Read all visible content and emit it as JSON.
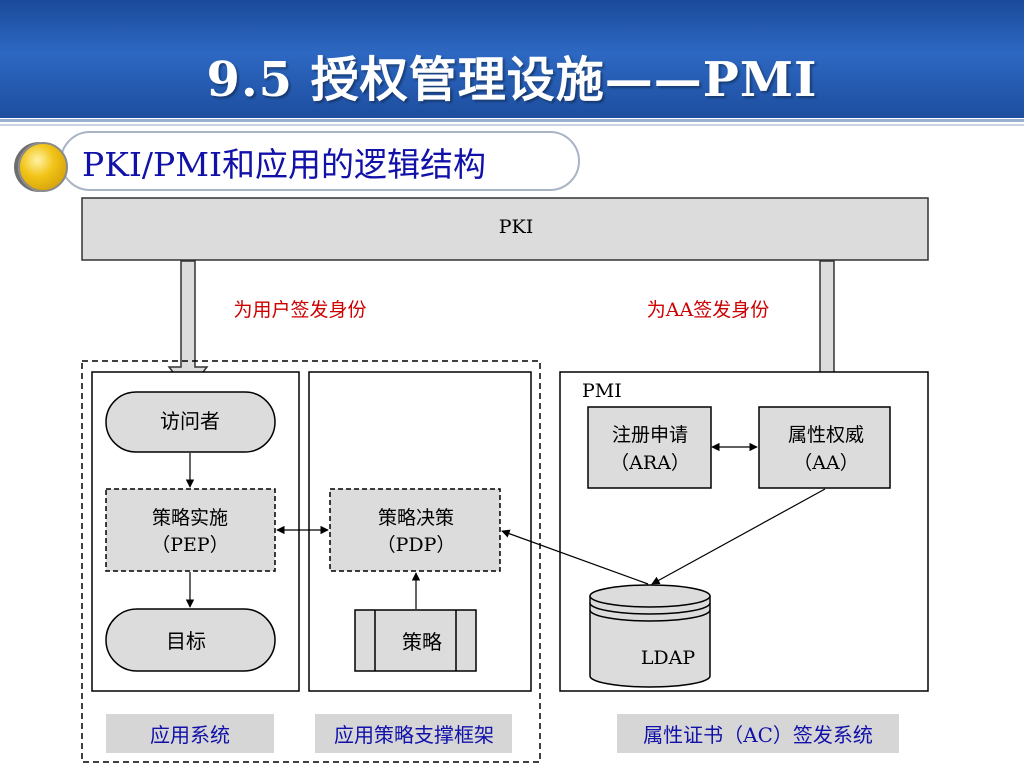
{
  "slide": {
    "title": "9.5  授权管理设施——PMI",
    "subtitle": "PKI/PMI和应用的逻辑结构"
  },
  "diagram": {
    "pki_label": "PKI",
    "issue_user_label": "为用户签发身份",
    "issue_aa_label": "为AA签发身份",
    "visitor": "访问者",
    "pep_line1": "策略实施",
    "pep_line2": "（PEP）",
    "target": "目标",
    "pdp_line1": "策略决策",
    "pdp_line2": "（PDP）",
    "policy": "策略",
    "pmi_label": "PMI",
    "ara_line1": "注册申请",
    "ara_line2": "（ARA）",
    "aa_line1": "属性权威",
    "aa_line2": "（AA）",
    "ldap": "LDAP",
    "footer_app": "应用系统",
    "footer_framework": "应用策略支撑框架",
    "footer_ac": "属性证书（AC）签发系统"
  },
  "colors": {
    "header_blue": "#1f55a8",
    "subtitle_text": "#1111aa",
    "label_red": "#cc0000",
    "box_fill": "#dcdcdc",
    "footer_fill": "#d6d6d6",
    "footer_text": "#1111aa"
  }
}
